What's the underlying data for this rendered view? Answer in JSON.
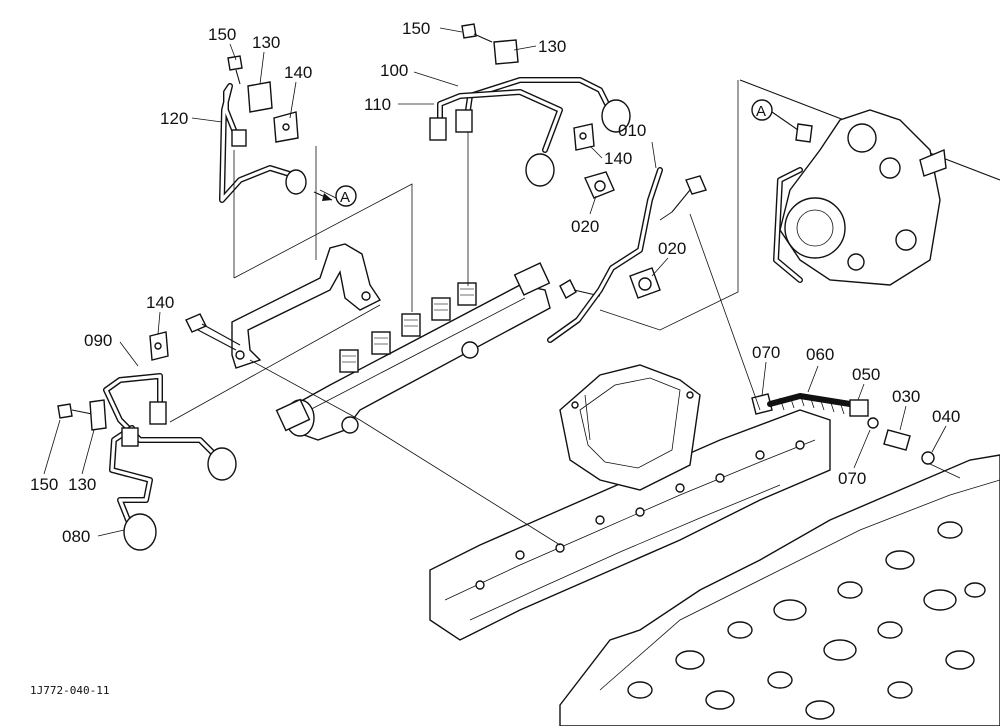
{
  "labels": {
    "p010": "010",
    "p020a": "020",
    "p020b": "020",
    "p030": "030",
    "p040": "040",
    "p050": "050",
    "p060": "060",
    "p070a": "070",
    "p070b": "070",
    "p080": "080",
    "p090": "090",
    "p100": "100",
    "p110": "110",
    "p120": "120",
    "p130a": "130",
    "p130b": "130",
    "p130c": "130",
    "p140a": "140",
    "p140b": "140",
    "p140c": "140",
    "p150a": "150",
    "p150b": "150",
    "p150c": "150"
  },
  "view_markers": {
    "view_a_left": "A",
    "view_a_right": "A"
  },
  "drawing_code": "1J772-040-11"
}
